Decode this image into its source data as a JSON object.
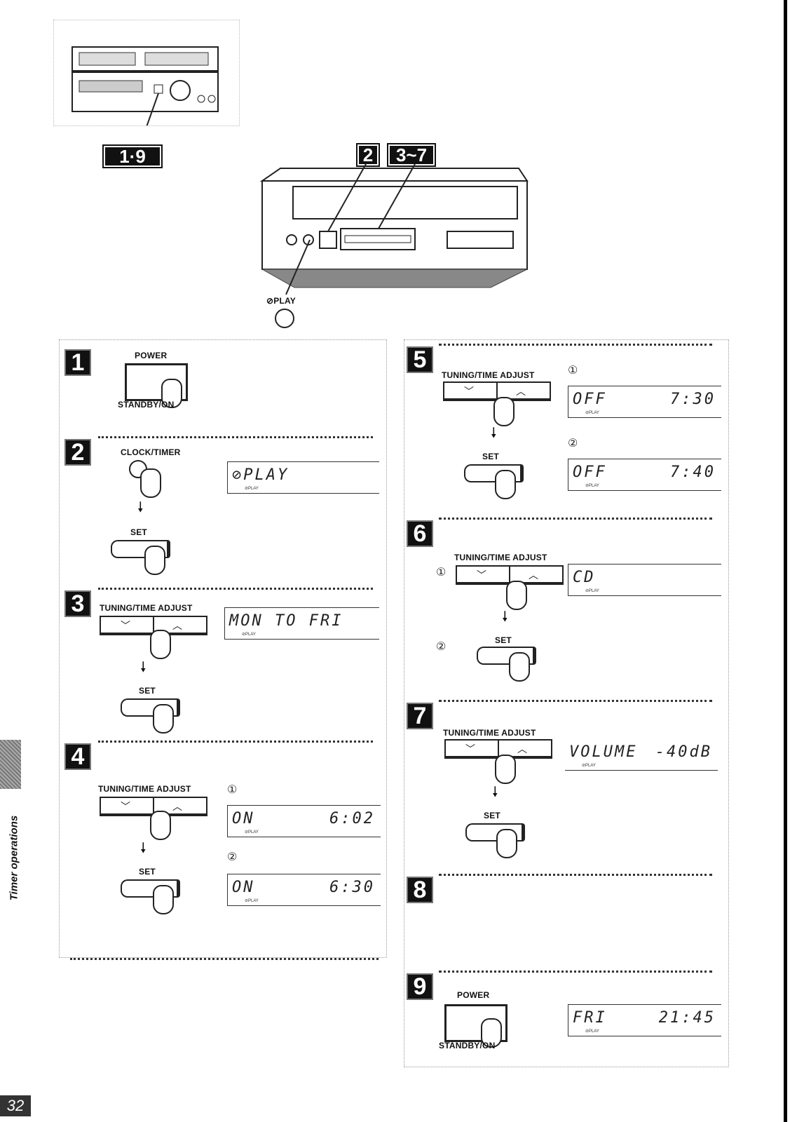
{
  "top": {
    "badge_power": "1·9",
    "badge_clock": "2",
    "badge_range": "3~7",
    "play_label": "⊘PLAY"
  },
  "steps": {
    "s1": {
      "num": "1",
      "button": "POWER",
      "below": "STANDBY/ON"
    },
    "s2": {
      "num": "2",
      "button": "CLOCK/TIMER",
      "set": "SET",
      "display": "⊘PLAY"
    },
    "s3": {
      "num": "3",
      "button": "TUNING/TIME ADJUST",
      "set": "SET",
      "display": "MON TO FRI"
    },
    "s4": {
      "num": "4",
      "button": "TUNING/TIME ADJUST",
      "set": "SET",
      "c1": "①",
      "c2": "②",
      "d1_left": "ON",
      "d1_right": "6:02",
      "d2_left": "ON",
      "d2_right": "6:30"
    },
    "s5": {
      "num": "5",
      "button": "TUNING/TIME ADJUST",
      "set": "SET",
      "c1": "①",
      "c2": "②",
      "d1_left": "OFF",
      "d1_right": "7:30",
      "d2_left": "OFF",
      "d2_right": "7:40"
    },
    "s6": {
      "num": "6",
      "button": "TUNING/TIME ADJUST",
      "set": "SET",
      "c1": "①",
      "c2": "②",
      "display": "CD"
    },
    "s7": {
      "num": "7",
      "button": "TUNING/TIME ADJUST",
      "set": "SET",
      "display_left": "VOLUME",
      "display_right": "-40dB"
    },
    "s8": {
      "num": "8"
    },
    "s9": {
      "num": "9",
      "button": "POWER",
      "below": "STANDBY/ON",
      "display_left": "FRI",
      "display_right": "21:45"
    }
  },
  "lcd_small": "⊘PLAY",
  "side_label": "Timer operations",
  "page_number": "32"
}
